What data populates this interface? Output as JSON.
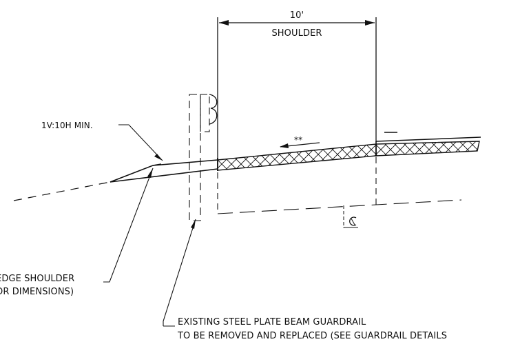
{
  "dimension": {
    "width_label": "10'",
    "shoulder_label": "SHOULDER"
  },
  "slope": {
    "label": "1V:10H MIN."
  },
  "flow": {
    "note": "**"
  },
  "notes": {
    "edge_shoulder_line1": "EDGE SHOULDER",
    "edge_shoulder_line2": "OR DIMENSIONS)",
    "guardrail_line1": "EXISTING STEEL PLATE BEAM GUARDRAIL",
    "guardrail_line2": "TO BE REMOVED AND REPLACED (SEE GUARDRAIL DETAILS"
  },
  "colors": {
    "line": "#111111",
    "background": "#ffffff"
  }
}
